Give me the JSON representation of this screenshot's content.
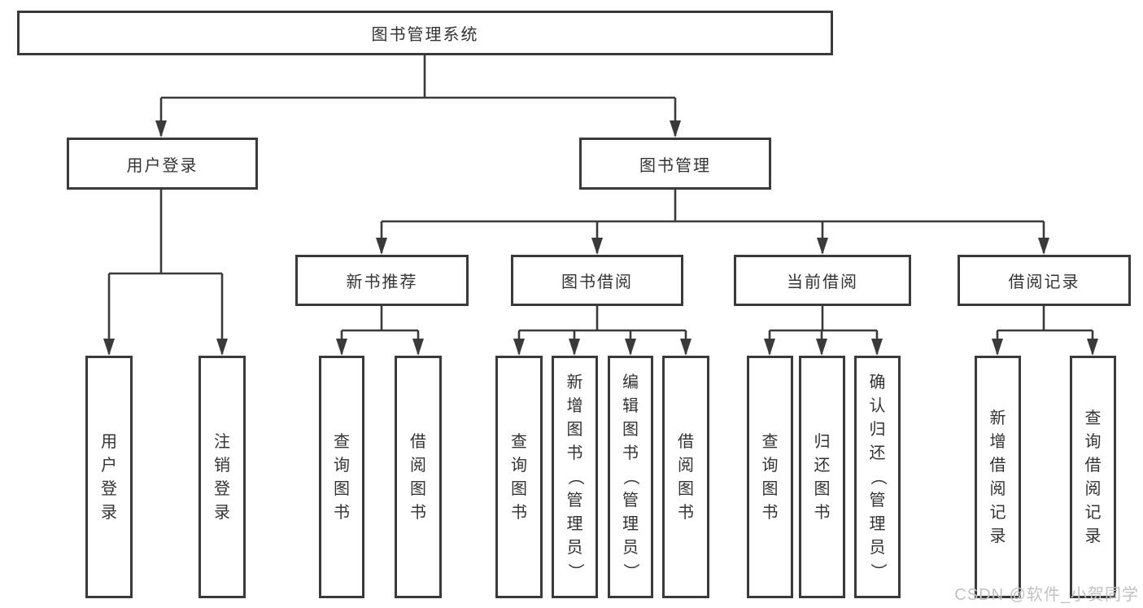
{
  "title": {
    "label": "图书管理系统"
  },
  "branches": [
    {
      "label": "用户登录",
      "leaves": [
        "用户登录",
        "注销登录"
      ]
    },
    {
      "label": "图书管理",
      "sections": [
        {
          "label": "新书推荐",
          "leaves": [
            "查询图书",
            "借阅图书"
          ]
        },
        {
          "label": "图书借阅",
          "leaves": [
            "查询图书",
            "新增图书（管理员）",
            "编辑图书（管理员）",
            "借阅图书"
          ]
        },
        {
          "label": "当前借阅",
          "leaves": [
            "查询图书",
            "归还图书",
            "确认归还（管理员）"
          ]
        },
        {
          "label": "借阅记录",
          "leaves": [
            "新增借阅记录",
            "查询借阅记录"
          ]
        }
      ]
    }
  ],
  "watermark": "CSDN @软件_小贺同学",
  "colors": {
    "line": "#3a3a3a",
    "text": "#333333",
    "watermark": "#c2c2c2",
    "background": "#ffffff"
  }
}
